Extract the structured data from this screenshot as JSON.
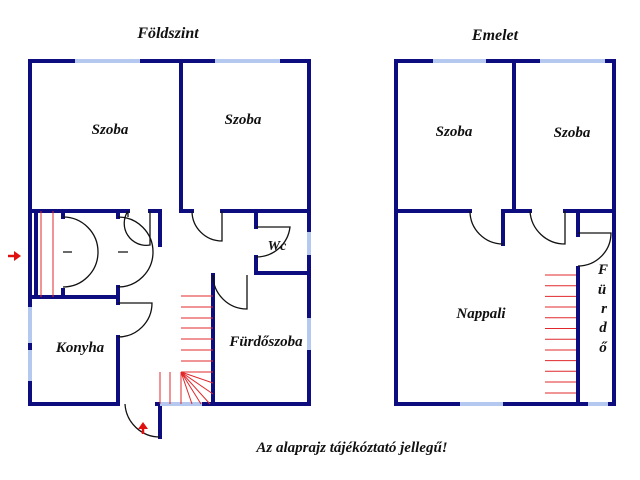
{
  "ground_floor": {
    "title": "Földszint",
    "rooms": [
      "Szoba",
      "Szoba",
      "Wc",
      "Konyha",
      "Fürdőszoba"
    ]
  },
  "upper_floor": {
    "title": "Emelet",
    "rooms": [
      "Szoba",
      "Szoba",
      "Nappali"
    ],
    "bath_letters": [
      "F",
      "ü",
      "r",
      "d",
      "ő"
    ]
  },
  "footer": "Az alaprajz tájékóztató jellegű!",
  "colors": {
    "wall": "#0d0d80",
    "window": "#b4c8f0",
    "stairs": "#e0282c",
    "arrow": "#e01010"
  }
}
